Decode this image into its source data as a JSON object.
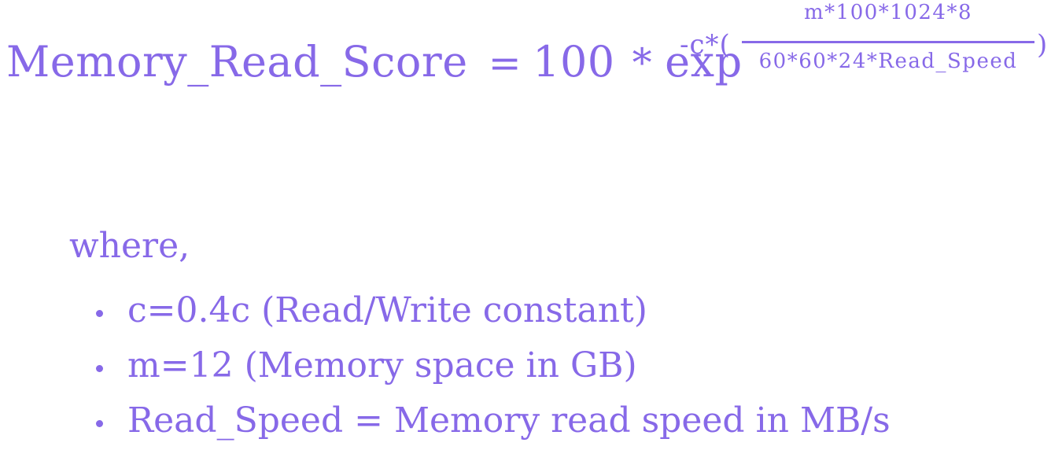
{
  "page": {
    "background": "#ffffff",
    "text_color": "#8769E8"
  },
  "formula": {
    "lhs": "Memory_Read_Score",
    "equals": "=",
    "coefficient": "100",
    "times": "*",
    "function": "exp",
    "exponent": {
      "prefix": "-c*(",
      "numerator": "m*100*1024*8",
      "denominator": "60*60*24*Read_Speed",
      "suffix": ")"
    }
  },
  "definitions": {
    "label": "where,",
    "bullets": [
      "c=0.4c (Read/Write constant)",
      "m=12 (Memory space in GB)",
      "Read_Speed = Memory read speed in MB/s"
    ]
  }
}
